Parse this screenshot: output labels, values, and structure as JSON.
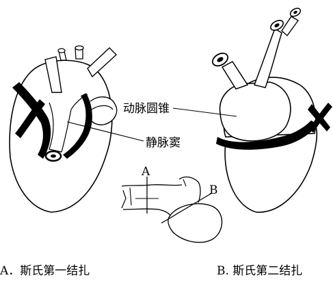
{
  "labels": {
    "conus": "动脉圆锥",
    "sinus": "静脉窦",
    "point_a": "A",
    "point_b": "B"
  },
  "captions": {
    "left": "A．斯氏第一结扎",
    "right": "B. 斯氏第二结扎"
  }
}
